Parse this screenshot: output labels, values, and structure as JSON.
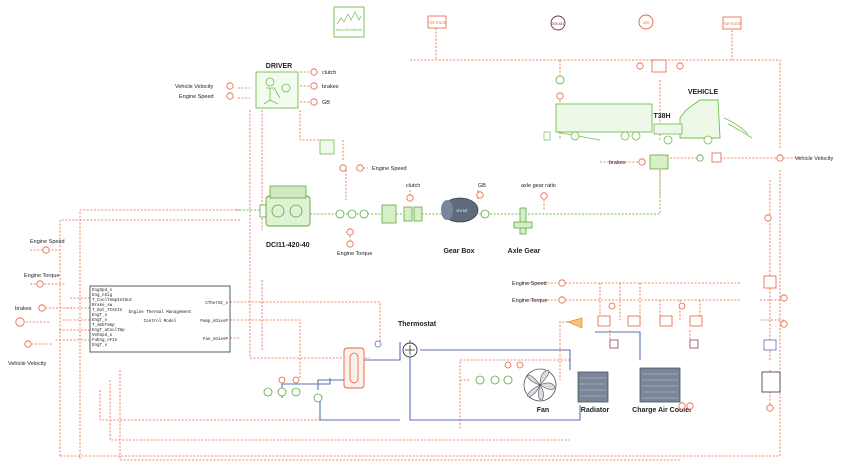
{
  "title_boxes": {
    "duty_cycle": "mission profile & ambient data",
    "box_a": "FOR STATE",
    "box_b": "FOR STATE",
    "circle_a": "005 481",
    "circle_b": "005",
    "box_c": "FOR STATE"
  },
  "components": {
    "driver": "DRIVER",
    "vehicle": "VEHICLE",
    "tractor": "T38H",
    "engine": "DCI11-420-40",
    "gearbox": "Gear Box",
    "axle": "Axle Gear",
    "thermostat": "Thermostat",
    "fan": "Fan",
    "radiator": "Radiator",
    "cac": "Charge Air Cooler"
  },
  "signals": {
    "clutch_top": "clutch",
    "brakes_top": "brakes",
    "gb_top": "GB",
    "veh_vel_left": "Vehicle Velocity",
    "eng_speed_left": "Engine Speed",
    "eng_speed_mid": "Engine Speed",
    "eng_torque_mid": "Engine Torque",
    "clutch_mid": "clutch",
    "gb_mid": "GB",
    "axle_ratio": "axle gear ratio",
    "brakes_veh": "brakes",
    "veh_vel_right": "Vehicle Velocity",
    "eng_speed_ctrl": "Engine Speed",
    "eng_torque_ctrl": "Engine Torque",
    "brakes_ctrl": "brakes",
    "veh_vel_ctrl": "Vehicle Velocity",
    "eng_speed_cac": "Engine Speed",
    "eng_torque_cac": "Engine Torque"
  },
  "gearbox_inner": "VDI MT",
  "controller": {
    "title_line1": "Engine Thermal Management",
    "title_line2": "Control Model",
    "inputs": [
      "EngSpd_s",
      "Eng_nSig",
      "T_CoolTempIntOut",
      "Brake_sw",
      "T_Out_TCACIn",
      "EngT_s",
      "EngT_n",
      "T_AmbTemp",
      "EngT_aCoolTmp",
      "VehSpd_n",
      "FuEng_nFIn",
      "EngT_s"
    ],
    "outputs": [
      "CThermt_s",
      "Pump_nDiesP",
      "Fan_nDiesP"
    ]
  },
  "colors": {
    "signal": "#e8603a",
    "mechanical": "#6fbf4a",
    "coolant": "#5b6fb5"
  }
}
